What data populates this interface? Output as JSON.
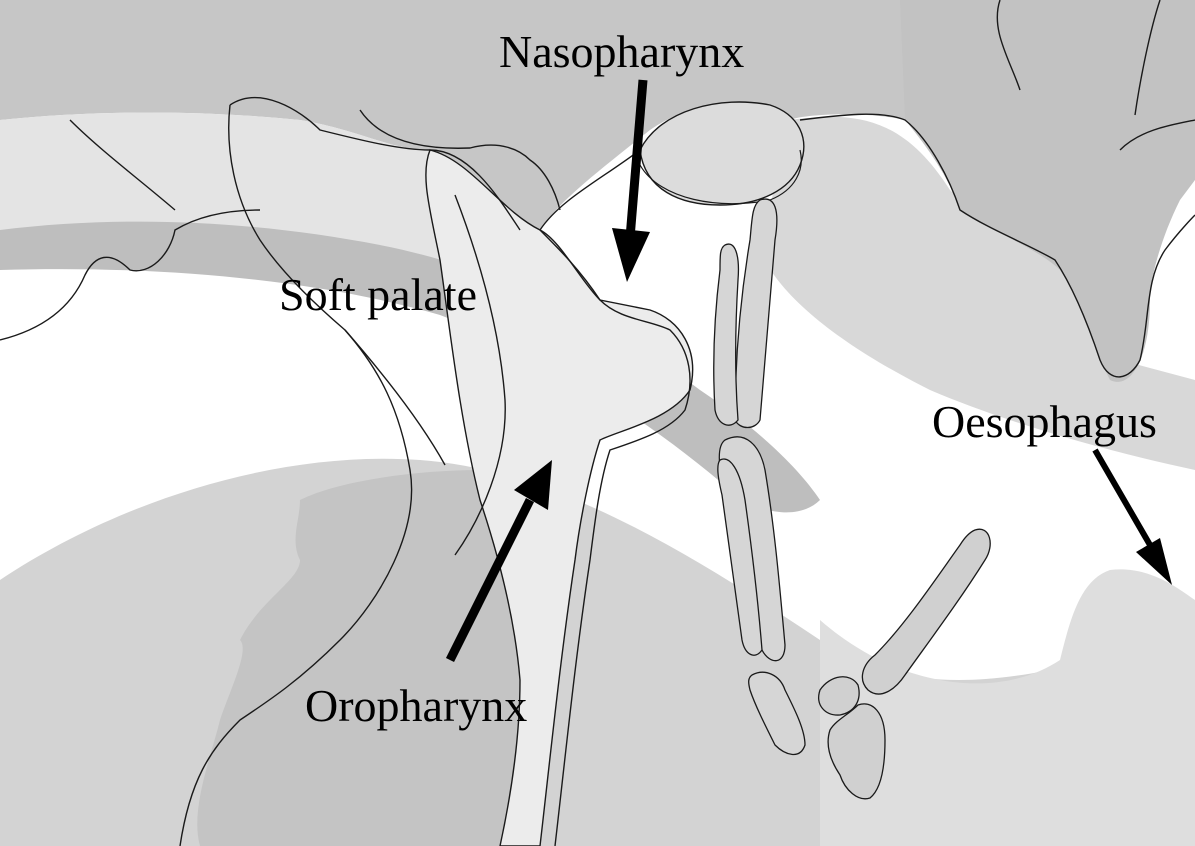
{
  "labels": {
    "nasopharynx": "Nasopharynx",
    "soft_palate": "Soft palate",
    "oesophagus": "Oesophagus",
    "oropharynx": "Oropharynx"
  },
  "colors": {
    "background": "#ffffff",
    "dark_tissue": "#c6c6c6",
    "mid_tissue": "#d3d3d3",
    "light_tissue": "#e4e4e4",
    "band": "#bebebe",
    "outline": "#1a1a1a",
    "arrow": "#000000"
  }
}
